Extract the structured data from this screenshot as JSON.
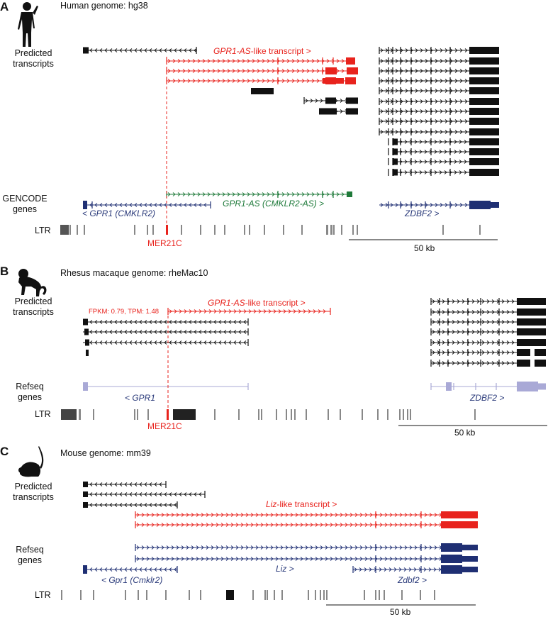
{
  "panels": [
    {
      "letter": "A",
      "genome": "Human genome: hg38",
      "predicted_label": [
        "Predicted",
        "transcripts"
      ],
      "annotation_label": [
        "GENCODE",
        "genes"
      ],
      "ltr_label": "LTR",
      "element_label": "MER21C",
      "scale_label": "50 kb",
      "transcript_label": {
        "gene": "GPR1-AS",
        "suffix": "-like transcript >"
      },
      "gene_labels": [
        {
          "text": "< GPR1 (CMKLR2)",
          "color": "#2a3a7a"
        },
        {
          "text": "GPR1-AS (CMKLR2-AS) >",
          "color": "#1e7a3a"
        },
        {
          "text": "ZDBF2 >",
          "color": "#2a3a7a"
        }
      ]
    },
    {
      "letter": "B",
      "genome": "Rhesus macaque genome: rheMac10",
      "predicted_label": [
        "Predicted",
        "transcripts"
      ],
      "annotation_label": [
        "Refseq",
        "genes"
      ],
      "ltr_label": "LTR",
      "element_label": "MER21C",
      "scale_label": "50 kb",
      "expression_label": "FPKM: 0.79, TPM: 1.48",
      "transcript_label": {
        "gene": "GPR1-AS",
        "suffix": "-like transcript >"
      },
      "gene_labels": [
        {
          "text": "< GPR1",
          "color": "#2a3a7a"
        },
        {
          "text": "ZDBF2 >",
          "color": "#2a3a7a"
        }
      ]
    },
    {
      "letter": "C",
      "genome": "Mouse genome: mm39",
      "predicted_label": [
        "Predicted",
        "transcripts"
      ],
      "annotation_label": [
        "Refseq",
        "genes"
      ],
      "ltr_label": "LTR",
      "scale_label": "50 kb",
      "transcript_label": {
        "gene": "Liz",
        "suffix": "-like transcript >"
      },
      "gene_labels": [
        {
          "text": "Liz >",
          "color": "#2a3a7a"
        },
        {
          "text": "< Gpr1 (Cmklr2)",
          "color": "#2a3a7a"
        },
        {
          "text": "Zdbf2 >",
          "color": "#2a3a7a"
        }
      ]
    }
  ],
  "colors": {
    "predicted": "#111111",
    "novel_transcript": "#e8231d",
    "gencode_blue": "#1f2f73",
    "gencode_green": "#1f7a3a",
    "refseq_light": "#a9a9d6",
    "ltr_gray": "#888888"
  },
  "icons": [
    "human-silhouette-icon",
    "macaque-silhouette-icon",
    "mouse-silhouette-icon"
  ]
}
